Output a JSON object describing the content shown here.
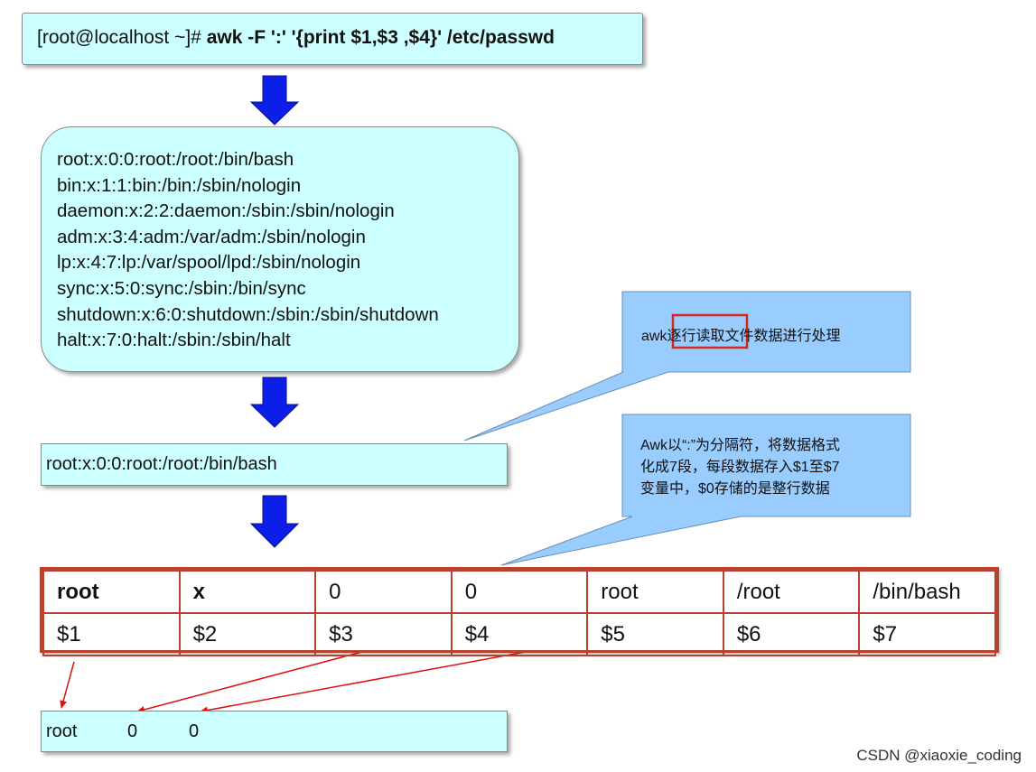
{
  "command": {
    "prompt": "[root@localhost ~]#",
    "cmd": "awk -F ':' '{print $1,$3 ,$4}' /etc/passwd"
  },
  "passwd_lines": [
    "root:x:0:0:root:/root:/bin/bash",
    "bin:x:1:1:bin:/bin:/sbin/nologin",
    "daemon:x:2:2:daemon:/sbin:/sbin/nologin",
    "adm:x:3:4:adm:/var/adm:/sbin/nologin",
    "lp:x:4:7:lp:/var/spool/lpd:/sbin/nologin",
    "sync:x:5:0:sync:/sbin:/bin/sync",
    "shutdown:x:6:0:shutdown:/sbin:/sbin/shutdown",
    "halt:x:7:0:halt:/sbin:/sbin/halt"
  ],
  "current_line": "root:x:0:0:root:/root:/bin/bash",
  "callout1": {
    "prefix": "awk",
    "highlight": "逐行读取",
    "suffix": "文件数据进行处理",
    "highlight_color": "#d9261c"
  },
  "callout2": {
    "lines": [
      "Awk以“:”为分隔符，将数据格式",
      "化成7段，每段数据存入$1至$7",
      "变量中，$0存储的是整行数据"
    ]
  },
  "fields": [
    "root",
    "x",
    "0",
    "0",
    "root",
    "/root",
    "/bin/bash"
  ],
  "vars": [
    "$1",
    "$2",
    "$3",
    "$4",
    "$5",
    "$6",
    "$7"
  ],
  "result": [
    "root",
    "0",
    "0"
  ],
  "watermark": "CSDN @xiaoxie_coding",
  "colors": {
    "box_fill": "#ccffff",
    "callout_fill": "#99ccff",
    "arrow_blue": "#0b1fe8",
    "table_border": "#b5432e",
    "pointer_red": "#e01010"
  }
}
